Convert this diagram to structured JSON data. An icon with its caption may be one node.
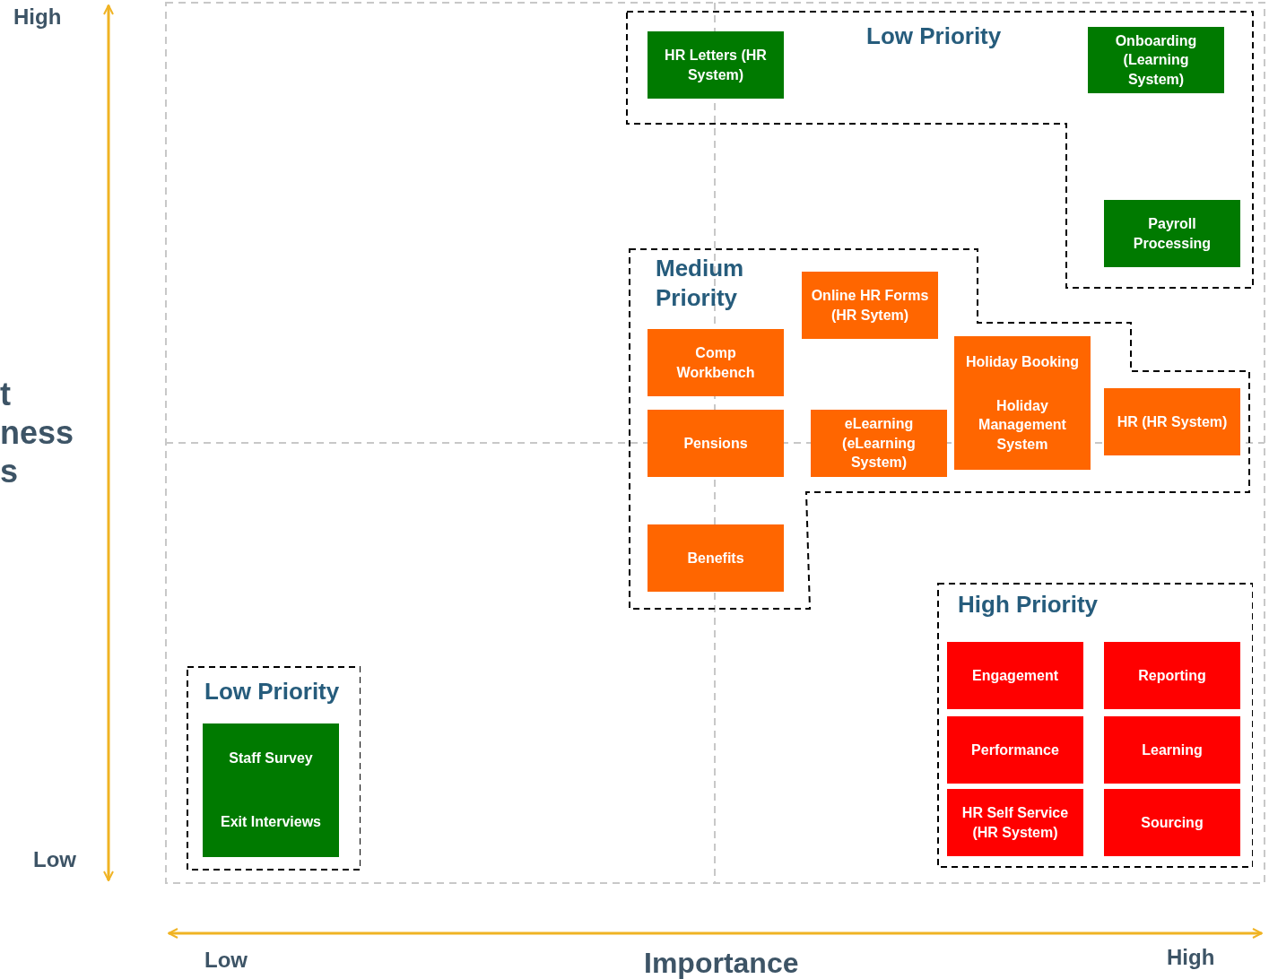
{
  "diagram": {
    "nodes": [
      {
        "text": [
          "Low Priority"
        ]
      },
      {
        "text": [
          "HR Letters (HR System)"
        ],
        "in": 0
      },
      {
        "text": [
          "Onboarding (Learning System)"
        ],
        "in": 0
      },
      {
        "text": [
          "Payroll Processing"
        ],
        "in": 0
      },
      {
        "text": [
          "Medium Priority"
        ]
      },
      {
        "text": [
          "Online HR Forms (HR Sytem)"
        ],
        "in": 4
      },
      {
        "text": [
          "Comp Workbench"
        ],
        "in": 4
      },
      {
        "text": [
          "Pensions"
        ],
        "in": 4
      },
      {
        "text": [
          "eLearning (eLearning System)"
        ],
        "in": 4
      },
      {
        "text": [
          "Holiday Booking",
          "Holiday Management System"
        ],
        "in": 4
      },
      {
        "text": [
          "HR (HR System)"
        ],
        "in": 4
      },
      {
        "text": [
          "Benefits"
        ],
        "in": 4
      },
      {
        "text": [
          "High Priority"
        ]
      },
      {
        "text": [
          "Engagement"
        ],
        "in": 12
      },
      {
        "text": [
          "Reporting"
        ],
        "in": 12
      },
      {
        "text": [
          "Performance"
        ],
        "in": 12
      },
      {
        "text": [
          "Learning"
        ],
        "in": 12
      },
      {
        "text": [
          "HR Self Service (HR System)"
        ],
        "in": 12
      },
      {
        "text": [
          "Sourcing"
        ],
        "in": 12
      },
      {
        "text": [
          "Low Priority"
        ]
      },
      {
        "text": [
          "Staff Survey",
          "Exit Interviews"
        ],
        "in": 19
      }
    ],
    "edges": [],
    "labels": [
      "High",
      "t ness s",
      "Low",
      "Low",
      "Importance",
      "High"
    ]
  }
}
